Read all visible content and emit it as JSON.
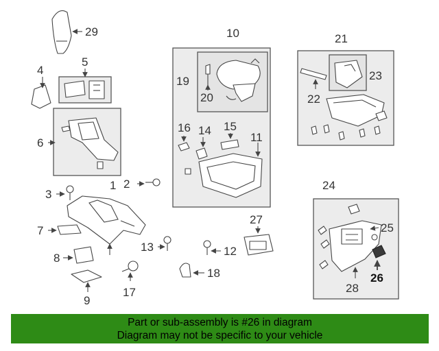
{
  "callouts": {
    "p1": "1",
    "p2": "2",
    "p3": "3",
    "p4": "4",
    "p5": "5",
    "p6": "6",
    "p7": "7",
    "p8": "8",
    "p9": "9",
    "p10": "10",
    "p11": "11",
    "p12": "12",
    "p13": "13",
    "p14": "14",
    "p15": "15",
    "p16": "16",
    "p17": "17",
    "p18": "18",
    "p19": "19",
    "p20": "20",
    "p21": "21",
    "p22": "22",
    "p23": "23",
    "p24": "24",
    "p25": "25",
    "p26": "26",
    "p27": "27",
    "p28": "28",
    "p29": "29"
  },
  "highlight": {
    "part": "26",
    "color": "#3a3a3a"
  },
  "banner": {
    "line1": "Part or sub-assembly is #26 in diagram",
    "line2": "Diagram may not be specific to your vehicle",
    "color": "#2e8b16"
  }
}
